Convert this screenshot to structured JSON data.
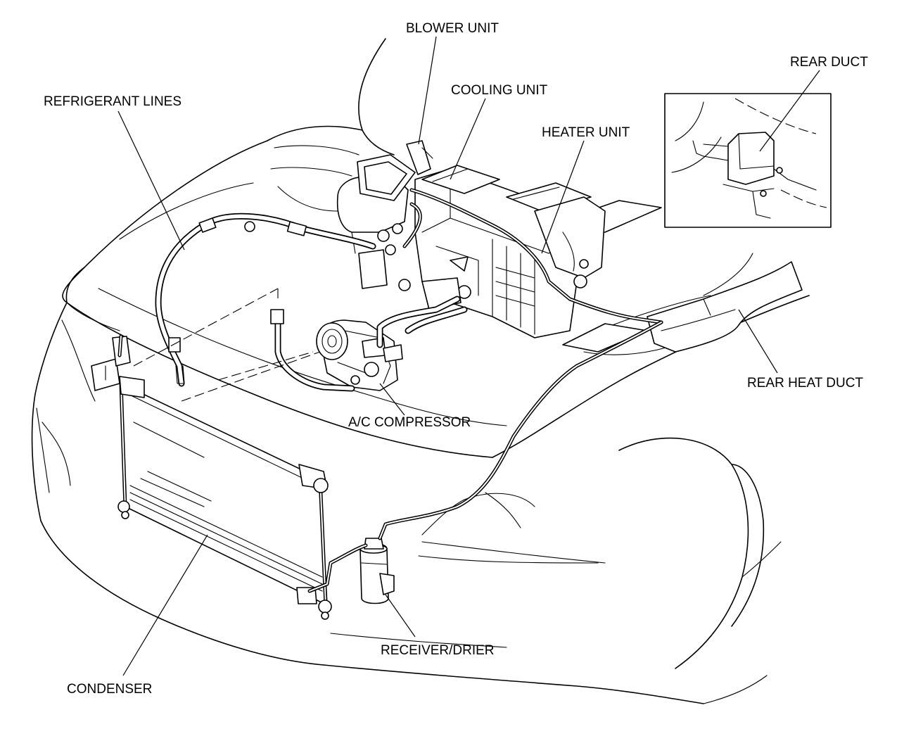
{
  "labels": {
    "blower_unit": "BLOWER UNIT",
    "rear_duct": "REAR DUCT",
    "cooling_unit": "COOLING UNIT",
    "refrigerant_lines": "REFRIGERANT LINES",
    "heater_unit": "HEATER UNIT",
    "rear_heat_duct": "REAR HEAT DUCT",
    "ac_compressor": "A/C COMPRESSOR",
    "receiver_drier": "RECEIVER/DRIER",
    "condenser": "CONDENSER"
  }
}
